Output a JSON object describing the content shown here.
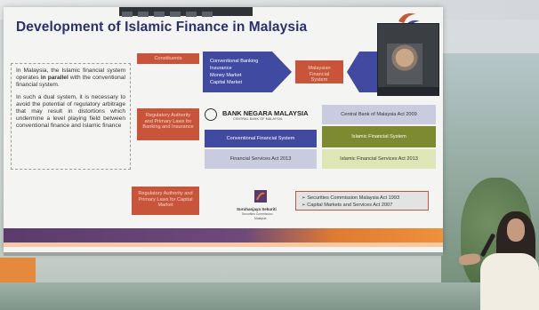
{
  "slide": {
    "title": "Development of Islamic Finance in Malaysia",
    "intro_para_1_a": "In Malaysia, the Islamic financial system operates ",
    "intro_para_1_bold": "in parallel",
    "intro_para_1_b": " with the conventional financial system.",
    "intro_para_2": "In such a dual system, it is necessary to avoid the potential of regulatory arbitrage that may result in distortions which undermine a level playing field between conventional finance and Islamic finance",
    "row1": {
      "label": "Constituents",
      "bullets": [
        "Conventional Banking",
        "Insurance",
        "Money Market",
        "Capital Market"
      ],
      "middle": "Malaysian Financial System"
    },
    "row2": {
      "label": "Regulatory Authority and Primary Laws for Banking and Insurance",
      "bnm_name": "BANK NEGARA MALAYSIA",
      "bnm_sub": "CENTRAL BANK OF MALAYSIA",
      "cba": "Central Bank of Malaysia Act 2009",
      "conventional": "Conventional Financial System",
      "fsa": "Financial Services Act 2013",
      "islamic": "Islamic Financial System",
      "ifsa": "Islamic Financial Services Act 2013"
    },
    "row3": {
      "label": "Regulatory Authority and Primary Laws for Capital Market",
      "sc_name": "Suruhanjaya Sekuriti",
      "sc_sub1": "Securities Commission",
      "sc_sub2": "Malaysia",
      "laws": [
        "➢ Securities Commission Malaysia Act 1993",
        "➢ Capital Markets and Services Act 2007"
      ]
    }
  },
  "colors": {
    "title": "#2c2f6e",
    "orange_box": "#c8553a",
    "blue_box": "#3f4aa0",
    "olive_box": "#7e8a2f"
  }
}
